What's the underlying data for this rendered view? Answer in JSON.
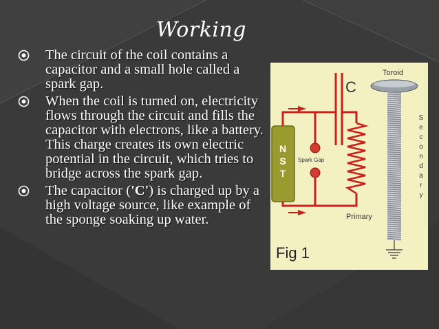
{
  "slide": {
    "title": "Working",
    "bullets": [
      {
        "text": "The circuit of the coil contains a capacitor and a small hole called a spark gap."
      },
      {
        "text": "When the coil is turned on, electricity flows through the circuit and fills the capacitor with electrons, like a battery. This charge creates its own electric potential in the circuit, which tries to bridge across the spark gap."
      },
      {
        "pre": "The capacitor (",
        "bold": "'C'",
        "post": ") is charged up by a high voltage source, like  example of the sponge soaking up water."
      }
    ]
  },
  "figure": {
    "label_toroid": "Toroid",
    "label_c": "C",
    "label_spark_gap": "Spark Gap",
    "label_nst": [
      "N",
      "S",
      "T"
    ],
    "label_primary": "Primary",
    "label_secondary": [
      "S",
      "e",
      "c",
      "o",
      "n",
      "d",
      "a",
      "r",
      "y"
    ],
    "label_fig": "Fig 1"
  },
  "colors": {
    "background": "#3a3a3a",
    "text": "#ffffff",
    "figure_bg": "#f3f0c2",
    "wire_red": "#c8201a",
    "nst_box": "#9b9a2e"
  }
}
